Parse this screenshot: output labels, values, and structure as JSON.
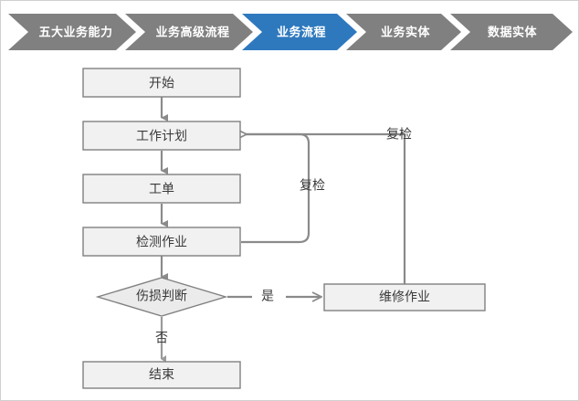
{
  "breadcrumb": {
    "active_index": 2,
    "active_color": "#2E79BE",
    "inactive_color": "#808080",
    "label_color": "#FFFFFF",
    "items": [
      {
        "label": "五大业务能力"
      },
      {
        "label": "业务高级流程"
      },
      {
        "label": "业务流程"
      },
      {
        "label": "业务实体"
      },
      {
        "label": "数据实体"
      }
    ]
  },
  "flowchart": {
    "node_fill": "#F1F1F1",
    "node_stroke": "#808080",
    "line_color": "#8A8A8A",
    "text_color": "#3A3A3A",
    "nodes": {
      "start": "开始",
      "work_plan": "工作计划",
      "work_order": "工单",
      "inspection": "检测作业",
      "decision": "伤损判断",
      "maintenance": "维修作业",
      "end": "结束"
    },
    "edge_labels": {
      "recheck_inner": "复检",
      "recheck_outer": "复检",
      "yes": "是",
      "no": "否"
    }
  }
}
